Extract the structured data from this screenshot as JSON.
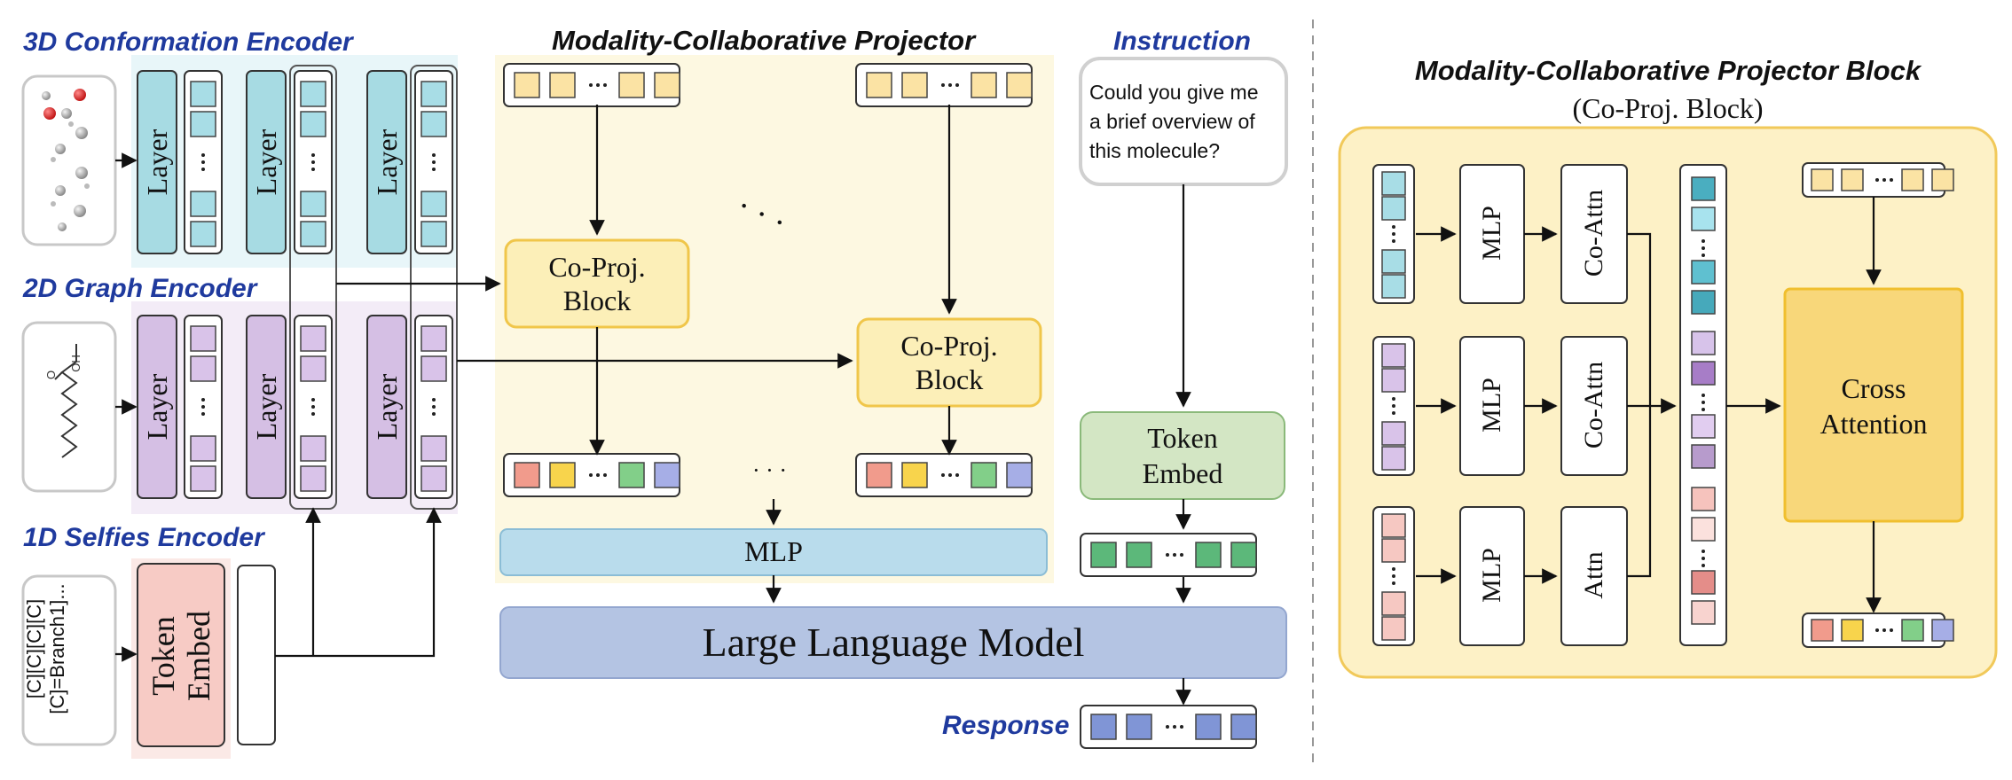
{
  "left_panel": {
    "titles": {
      "conformation": "3D Conformation Encoder",
      "graph": "2D Graph Encoder",
      "selfies": "1D Selfies Encoder",
      "projector": "Modality-Collaborative Projector",
      "instruction": "Instruction",
      "response": "Response"
    },
    "layer_label": "Layer",
    "selfies_text": [
      "[C][C][C][C]",
      "[C]=Branch1]..."
    ],
    "token_embed": [
      "Token",
      "Embed"
    ],
    "co_proj_block": [
      "Co-Proj.",
      "Block"
    ],
    "mlp_label": "MLP",
    "llm_label": "Large Language Model",
    "instruction_text": [
      "Could you give me",
      "a brief overview of",
      "this molecule?"
    ],
    "ellipsis": "· · ·",
    "dots_diag": "· · ·"
  },
  "right_panel": {
    "title": "Modality-Collaborative Projector Block",
    "subtitle": "(Co-Proj. Block)",
    "mlp_label": "MLP",
    "co_attn_label": "Co-Attn",
    "attn_label": "Attn",
    "cross_attention": [
      "Cross",
      "Attention"
    ]
  },
  "colors": {
    "conformation_token": "#a8dde6",
    "graph_token": "#d9c3e9",
    "selfies_token": "#f6c8c2",
    "query_token": "#fbe3a4",
    "text_token": "#5cb87a",
    "out_token_red": "#f19b8c",
    "out_token_yellow": "#f8d44c",
    "out_token_green": "#82cf89",
    "out_token_blue": "#a6aee6",
    "response_token": "#8095d6",
    "layer_blue": "#a7dbe3",
    "layer_purple": "#d5bfe4",
    "token_embed_pink": "#f7cbc5",
    "co_proj_fill": "#fcefb8",
    "projector_bg": "#fdf8e1",
    "mlp_fill": "#b9dcec",
    "llm_fill": "#b4c4e3",
    "embed_green": "#d3e6c4",
    "cross_attn_fill": "#f8d77a",
    "panel_bg": "#fdf1c6"
  }
}
